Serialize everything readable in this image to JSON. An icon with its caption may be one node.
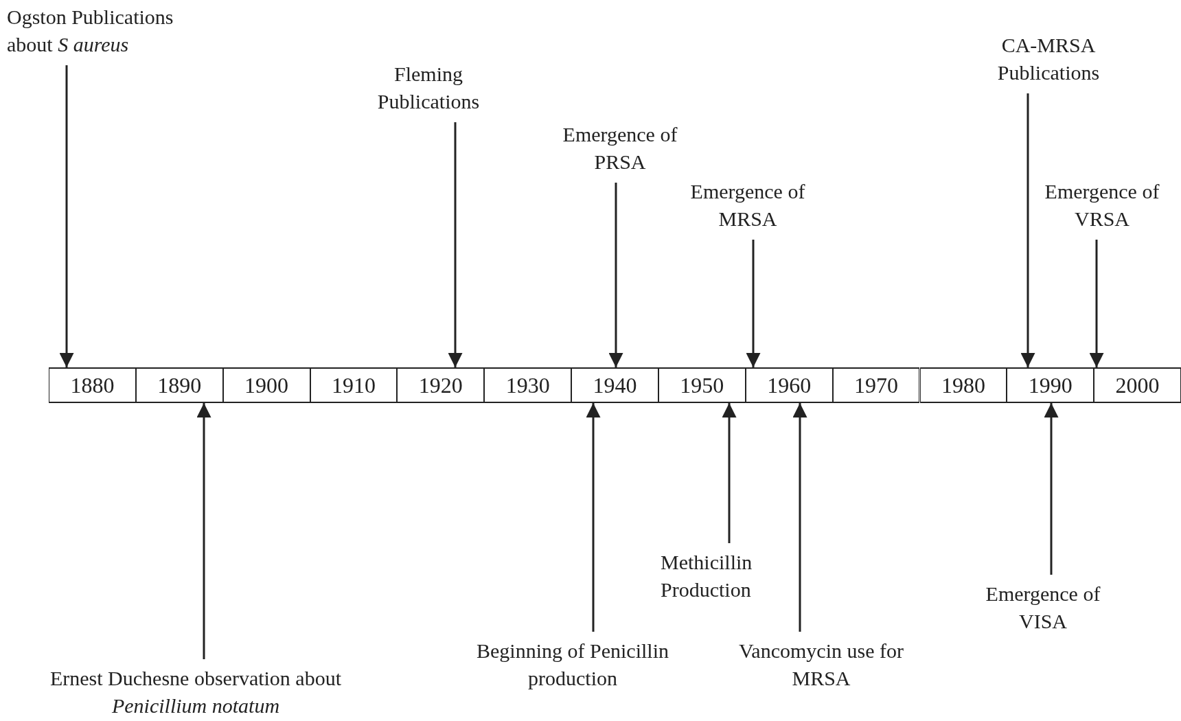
{
  "diagram": {
    "nodes": [
      {
        "text": [
          "Ogston Publications about *S aureus*"
        ]
      },
      {
        "text": [
          "Fleming Publications"
        ]
      },
      {
        "text": [
          "Emergence of PRSA"
        ]
      },
      {
        "text": [
          "Emergence of MRSA"
        ]
      },
      {
        "text": [
          "CA-MRSA Publications"
        ]
      },
      {
        "text": [
          "Emergence of VRSA"
        ]
      },
      {
        "text": [
          "1880"
        ]
      },
      {
        "text": [
          "1890"
        ]
      },
      {
        "text": [
          "1900"
        ]
      },
      {
        "text": [
          "1910"
        ]
      },
      {
        "text": [
          "1920"
        ]
      },
      {
        "text": [
          "1930"
        ]
      },
      {
        "text": [
          "1940"
        ]
      },
      {
        "text": [
          "1950"
        ]
      },
      {
        "text": [
          "1960"
        ]
      },
      {
        "text": [
          "1970"
        ]
      },
      {
        "text": [
          "1980"
        ]
      },
      {
        "text": [
          "1990"
        ]
      },
      {
        "text": [
          "2000"
        ]
      },
      {
        "text": [
          "Ernest Duchesne observation about *Penicillium notatum*"
        ]
      },
      {
        "text": [
          "Beginning of Penicillin production"
        ]
      },
      {
        "text": [
          "Methicillin Production"
        ]
      },
      {
        "text": [
          "Vancomycin use for MRSA"
        ]
      },
      {
        "text": [
          "Emergence of VISA"
        ]
      }
    ],
    "edges": [
      {
        "from": 0,
        "to": 6,
        "arrow": "to"
      },
      {
        "from": 1,
        "to": 10,
        "arrow": "to"
      },
      {
        "from": 2,
        "to": 12,
        "arrow": "to"
      },
      {
        "from": 3,
        "to": 14,
        "arrow": "to"
      },
      {
        "from": 4,
        "to": 17,
        "arrow": "to"
      },
      {
        "from": 5,
        "to": 18,
        "arrow": "to"
      },
      {
        "from": 19,
        "to": 7,
        "arrow": "to"
      },
      {
        "from": 20,
        "to": 12,
        "arrow": "to"
      },
      {
        "from": 21,
        "to": 13,
        "arrow": "to"
      },
      {
        "from": 22,
        "to": 14,
        "arrow": "to"
      },
      {
        "from": 23,
        "to": 17,
        "arrow": "to"
      }
    ]
  }
}
